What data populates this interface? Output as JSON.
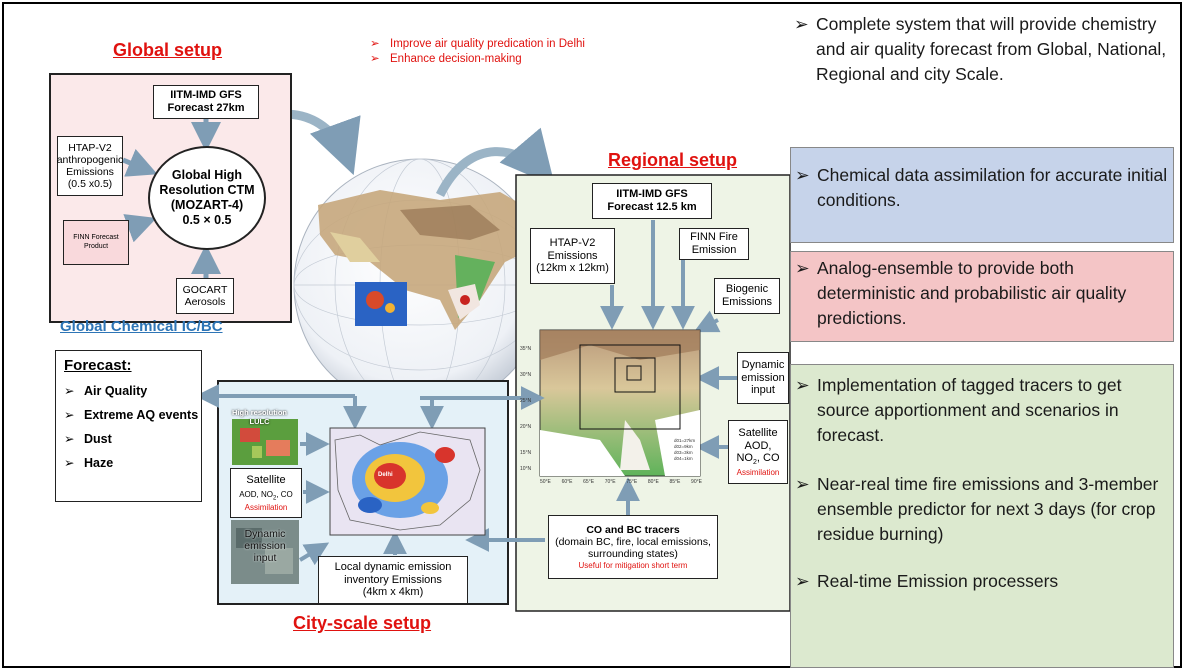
{
  "goals": [
    "Improve air quality predication in Delhi",
    "Enhance decision-making"
  ],
  "global": {
    "title": "Global setup",
    "gfs": [
      "IITM-IMD GFS",
      "Forecast 27km"
    ],
    "htap": [
      "HTAP-V2",
      "anthropogenic",
      "Emissions",
      "(0.5 x0.5)"
    ],
    "ctm": [
      "Global High",
      "Resolution CTM",
      "(MOZART-4)",
      "0.5 × 0.5"
    ],
    "finn": [
      "FINN Forecast",
      "Product"
    ],
    "gocart": [
      "GOCART",
      "Aerosols"
    ],
    "icbc": "Global Chemical IC/BC"
  },
  "regional": {
    "title": "Regional setup",
    "gfs": [
      "IITM-IMD GFS",
      "Forecast 12.5 km"
    ],
    "htap": [
      "HTAP-V2",
      "Emissions",
      "(12km x 12km)"
    ],
    "finn": [
      "FINN Fire",
      "Emission"
    ],
    "biogenic": [
      "Biogenic",
      "Emissions"
    ],
    "dynamic": [
      "Dynamic",
      "emission",
      "input"
    ],
    "satellite": [
      "Satellite",
      "AOD,",
      "NO",
      "2",
      ", CO"
    ],
    "satellite_assim": "Assimilation",
    "tracers_title": "CO and BC tracers",
    "tracers_desc": [
      "(domain BC, fire, local emissions,",
      "surrounding states)"
    ],
    "tracers_note": "Useful for mitigation short term",
    "map_lat": [
      "35°N",
      "30°N",
      "25°N",
      "20°N",
      "15°N",
      "10°N"
    ],
    "map_lon": [
      "50°E",
      "60°E",
      "65°E",
      "70°E",
      "75°E",
      "80°E",
      "85°E",
      "90°E"
    ],
    "map_legend": [
      "d01=27km",
      "d02=9km",
      "d03=3km",
      "d04=1km"
    ]
  },
  "forecast": {
    "title": "Forecast:",
    "items": [
      "Air Quality",
      "Extreme AQ events",
      "Dust",
      "Haze"
    ]
  },
  "city": {
    "title": "City-scale setup",
    "lulc": [
      "High resolution",
      "LULC"
    ],
    "satellite": "Satellite",
    "sat_sub": [
      "AOD, NO",
      "2",
      ", CO"
    ],
    "sat_assim": "Assimilation",
    "dynamic": [
      "Dynamic",
      "emission",
      "input"
    ],
    "local_emis": [
      "Local dynamic emission",
      "inventory Emissions",
      "(4km x 4km)"
    ],
    "delhi": "Delhi"
  },
  "right": {
    "intro": [
      "Complete system that will provide chemistry and air quality forecast from Global, National, Regional and city Scale."
    ],
    "blue": [
      "Chemical data assimilation for accurate initial conditions."
    ],
    "red": [
      "Analog-ensemble to provide both deterministic and probabilistic air quality predictions."
    ],
    "green": [
      "Implementation of tagged tracers to get source apportionment and scenarios in forecast.",
      "Near-real time fire emissions and 3-member ensemble predictor for next 3 days (for crop residue burning)",
      "Real-time Emission processers"
    ]
  },
  "colors": {
    "title_red": "#e0120f",
    "global_bg": "#fbe9ea",
    "regional_bg": "#eef4e6",
    "city_bg": "#e4f1f8",
    "blue_box": "#c6d3ea",
    "red_box": "#f4c5c6",
    "green_box": "#dce9cf",
    "icbc_blue": "#2e75b6"
  }
}
